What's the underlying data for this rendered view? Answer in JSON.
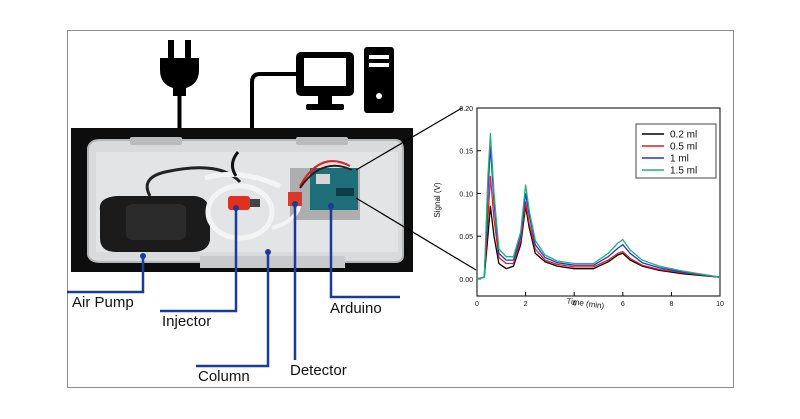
{
  "components": {
    "air_pump": "Air Pump",
    "injector": "Injector",
    "column": "Column",
    "detector": "Detector",
    "arduino": "Arduino"
  },
  "icons": [
    "power-plug-icon",
    "computer-icon"
  ],
  "colors": {
    "leader_lines": "#1a3a9c",
    "box_background": "#0d0d0d",
    "red_valve": "#e0301e",
    "arduino_board": "#1f6f7a"
  },
  "chart_data": {
    "type": "line",
    "xlabel": "Time (min)",
    "ylabel": "Signal (V)",
    "xlim": [
      0,
      10
    ],
    "ylim": [
      -0.02,
      0.2
    ],
    "xticks": [
      0,
      2,
      4,
      6,
      8,
      10
    ],
    "yticks": [
      0.0,
      0.05,
      0.1,
      0.15,
      0.2
    ],
    "ytick_labels": [
      "0.00",
      "0.05",
      "0.10",
      "0.15",
      "0.20"
    ],
    "legend_position": "top-right",
    "x": [
      0,
      0.3,
      0.45,
      0.55,
      0.7,
      0.9,
      1.2,
      1.5,
      1.8,
      2.0,
      2.15,
      2.4,
      2.8,
      3.3,
      4.0,
      4.8,
      5.4,
      5.8,
      6.0,
      6.3,
      6.8,
      7.5,
      8.5,
      10
    ],
    "series": [
      {
        "name": "0.2 ml",
        "color": "#000000",
        "values": [
          0.0,
          0.002,
          0.05,
          0.085,
          0.05,
          0.018,
          0.012,
          0.015,
          0.04,
          0.085,
          0.06,
          0.03,
          0.02,
          0.015,
          0.012,
          0.012,
          0.02,
          0.028,
          0.03,
          0.022,
          0.015,
          0.01,
          0.006,
          0.002
        ]
      },
      {
        "name": "0.5 ml",
        "color": "#e02020",
        "values": [
          0.0,
          0.002,
          0.07,
          0.12,
          0.07,
          0.025,
          0.018,
          0.018,
          0.045,
          0.09,
          0.065,
          0.035,
          0.022,
          0.017,
          0.014,
          0.014,
          0.022,
          0.03,
          0.032,
          0.024,
          0.016,
          0.011,
          0.007,
          0.002
        ]
      },
      {
        "name": "1 ml",
        "color": "#3030d0",
        "values": [
          0.0,
          0.002,
          0.1,
          0.155,
          0.09,
          0.03,
          0.022,
          0.022,
          0.05,
          0.1,
          0.075,
          0.04,
          0.025,
          0.019,
          0.016,
          0.016,
          0.026,
          0.036,
          0.04,
          0.03,
          0.019,
          0.013,
          0.008,
          0.002
        ]
      },
      {
        "name": "1.5 ml",
        "color": "#20b080",
        "values": [
          0.0,
          0.002,
          0.12,
          0.17,
          0.1,
          0.035,
          0.026,
          0.026,
          0.055,
          0.11,
          0.08,
          0.045,
          0.028,
          0.021,
          0.018,
          0.018,
          0.03,
          0.042,
          0.046,
          0.034,
          0.022,
          0.015,
          0.009,
          0.002
        ]
      }
    ]
  }
}
